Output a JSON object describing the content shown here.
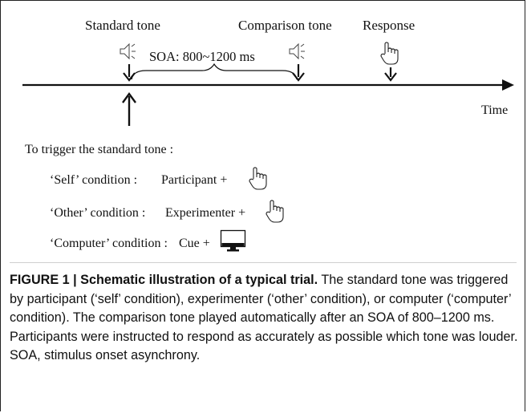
{
  "diagram": {
    "labels": {
      "standard_tone": "Standard tone",
      "comparison_tone": "Comparison tone",
      "response": "Response",
      "soa": "SOA: 800~1200 ms",
      "time": "Time"
    },
    "trigger_title": "To trigger the standard tone :",
    "conditions": [
      {
        "name": "‘Self’ condition :",
        "agent": "Participant +",
        "icon": "pointing-hand-icon"
      },
      {
        "name": "‘Other’ condition :",
        "agent": "Experimenter +",
        "icon": "pointing-hand-icon"
      },
      {
        "name": "‘Computer’ condition :",
        "agent": "Cue +",
        "icon": "monitor-icon"
      }
    ]
  },
  "caption": {
    "label": "FIGURE 1 | Schematic illustration of a typical trial.",
    "text": " The standard tone was triggered by participant (‘self’ condition), experimenter (‘other’ condition), or computer (‘computer’ condition). The comparison tone played automatically after an SOA of 800–1200 ms. Participants were instructed to respond as accurately as possible which tone was louder. SOA, stimulus onset asynchrony."
  }
}
